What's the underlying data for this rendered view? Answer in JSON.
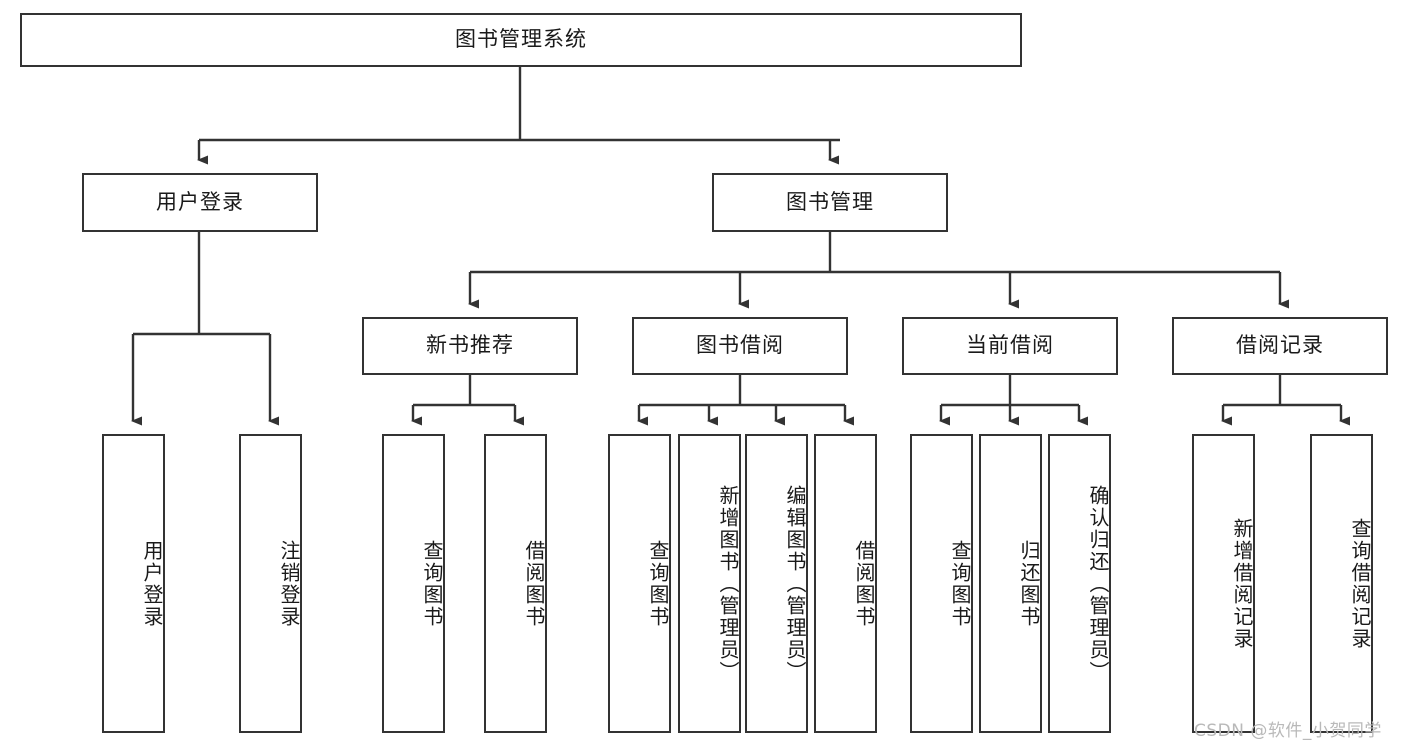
{
  "diagram": {
    "type": "tree-hierarchy",
    "title": "图书管理系统",
    "root": {
      "label": "图书管理系统"
    },
    "level1": [
      {
        "label": "用户登录"
      },
      {
        "label": "图书管理"
      }
    ],
    "level2": [
      {
        "label": "新书推荐"
      },
      {
        "label": "图书借阅"
      },
      {
        "label": "当前借阅"
      },
      {
        "label": "借阅记录"
      }
    ],
    "leaves": {
      "user_login": [
        {
          "label": "用户登录"
        },
        {
          "label": "注销登录"
        }
      ],
      "new_book_recommend": [
        {
          "label": "查询图书"
        },
        {
          "label": "借阅图书"
        }
      ],
      "book_borrow": [
        {
          "label": "查询图书"
        },
        {
          "label": "新增图书（管理员）"
        },
        {
          "label": "编辑图书（管理员）"
        },
        {
          "label": "借阅图书"
        }
      ],
      "current_borrow": [
        {
          "label": "查询图书"
        },
        {
          "label": "归还图书"
        },
        {
          "label": "确认归还（管理员）"
        }
      ],
      "borrow_record": [
        {
          "label": "新增借阅记录"
        },
        {
          "label": "查询借阅记录"
        }
      ]
    },
    "colors": {
      "stroke": "#333333",
      "fill": "#ffffff",
      "text": "#1a1a1a",
      "watermark": "#b9b9b9"
    }
  },
  "watermark": {
    "text": "CSDN @软件_小贺同学"
  }
}
